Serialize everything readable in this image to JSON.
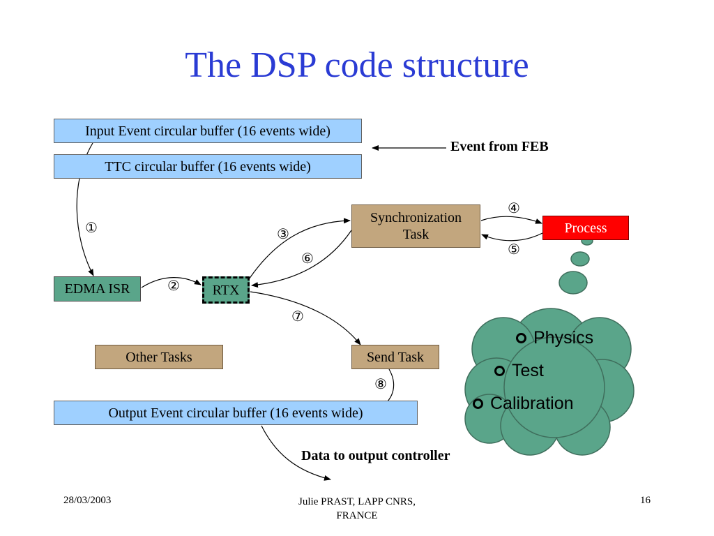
{
  "slide": {
    "title": "The DSP code structure",
    "accent_color": "#2a3bd4"
  },
  "buffers": {
    "input": "Input Event circular buffer (16 events wide)",
    "ttc": "TTC circular buffer (16 events wide)",
    "output": "Output Event circular buffer (16 events wide)",
    "color": "#9fd0ff"
  },
  "tasks": {
    "edma_isr": "EDMA ISR",
    "rtx": "RTX",
    "synchronization_line1": "Synchronization",
    "synchronization_line2": "Task",
    "process": "Process",
    "other_tasks": "Other Tasks",
    "send_task": "Send Task"
  },
  "labels": {
    "event_from_feb": "Event from FEB",
    "data_to_output": "Data to output controller"
  },
  "step_markers": [
    "①",
    "②",
    "③",
    "④",
    "⑤",
    "⑥",
    "⑦",
    "⑧"
  ],
  "cloud": {
    "items": [
      "Physics",
      "Test",
      "Calibration"
    ],
    "color": "#5aa58a"
  },
  "footer": {
    "date": "28/03/2003",
    "author_line1": "Julie PRAST, LAPP CNRS,",
    "author_line2": "FRANCE",
    "page_number": "16"
  }
}
